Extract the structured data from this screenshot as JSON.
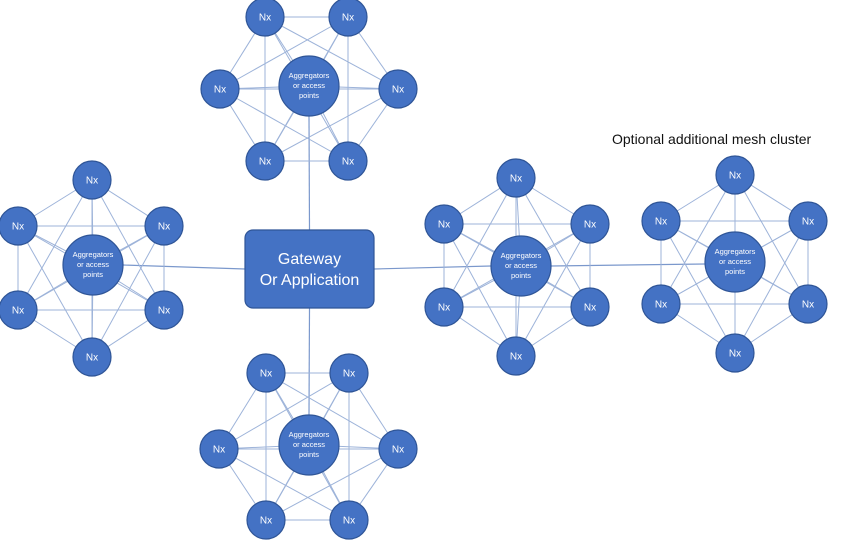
{
  "caption": "Optional additional mesh cluster",
  "gateway": {
    "line1": "Gateway",
    "line2": "Or Application"
  },
  "node_label": "Nx",
  "hub_label": [
    "Aggregators",
    "or access",
    "points"
  ],
  "colors": {
    "node_fill": "#4472c4",
    "node_stroke": "#2f5597",
    "edge": "#9db3d9",
    "label": "#ffffff"
  }
}
